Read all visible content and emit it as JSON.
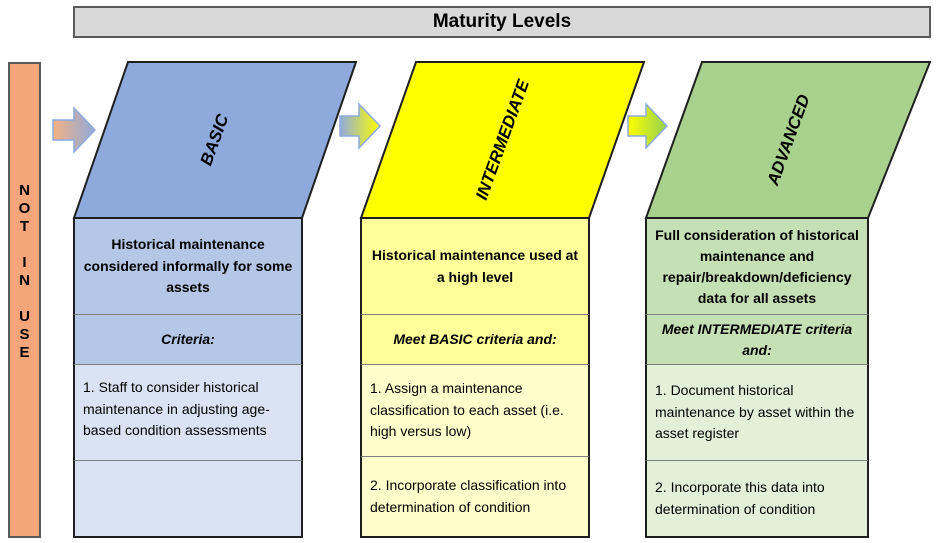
{
  "title": "Maturity Levels",
  "not_in_use": [
    "N",
    "O",
    "T",
    "",
    "I",
    "N",
    "",
    "U",
    "S",
    "E"
  ],
  "columns": [
    {
      "level": "BASIC",
      "description": "Historical maintenance considered informally for some assets",
      "criteria": "Criteria:",
      "items": [
        "1.  Staff to consider historical maintenance in adjusting age-based condition assessments",
        ""
      ],
      "colors": {
        "header": "#8eaadc",
        "desc": "#b4c7e7",
        "crit": "#b4c7e7",
        "items": "#dae3f3"
      }
    },
    {
      "level": "INTERMEDIATE",
      "description": "Historical maintenance used at a high level",
      "criteria": "Meet BASIC criteria and:",
      "items": [
        "1.  Assign a maintenance classification to each asset (i.e. high versus low)",
        "2.  Incorporate classification into determination of condition"
      ],
      "colors": {
        "header": "#ffff00",
        "desc": "#ffff99",
        "crit": "#ffff99",
        "items": "#ffffcc"
      }
    },
    {
      "level": "ADVANCED",
      "description": "Full consideration of historical maintenance and repair/breakdown/deficiency data for all assets",
      "criteria": "Meet INTERMEDIATE criteria and:",
      "items": [
        "1.  Document historical maintenance by asset within the asset register",
        "2.  Incorporate this data into determination of condition"
      ],
      "colors": {
        "header": "#a9d18e",
        "desc": "#c5e0b4",
        "crit": "#c5e0b4",
        "items": "#e2f0d9"
      }
    }
  ]
}
